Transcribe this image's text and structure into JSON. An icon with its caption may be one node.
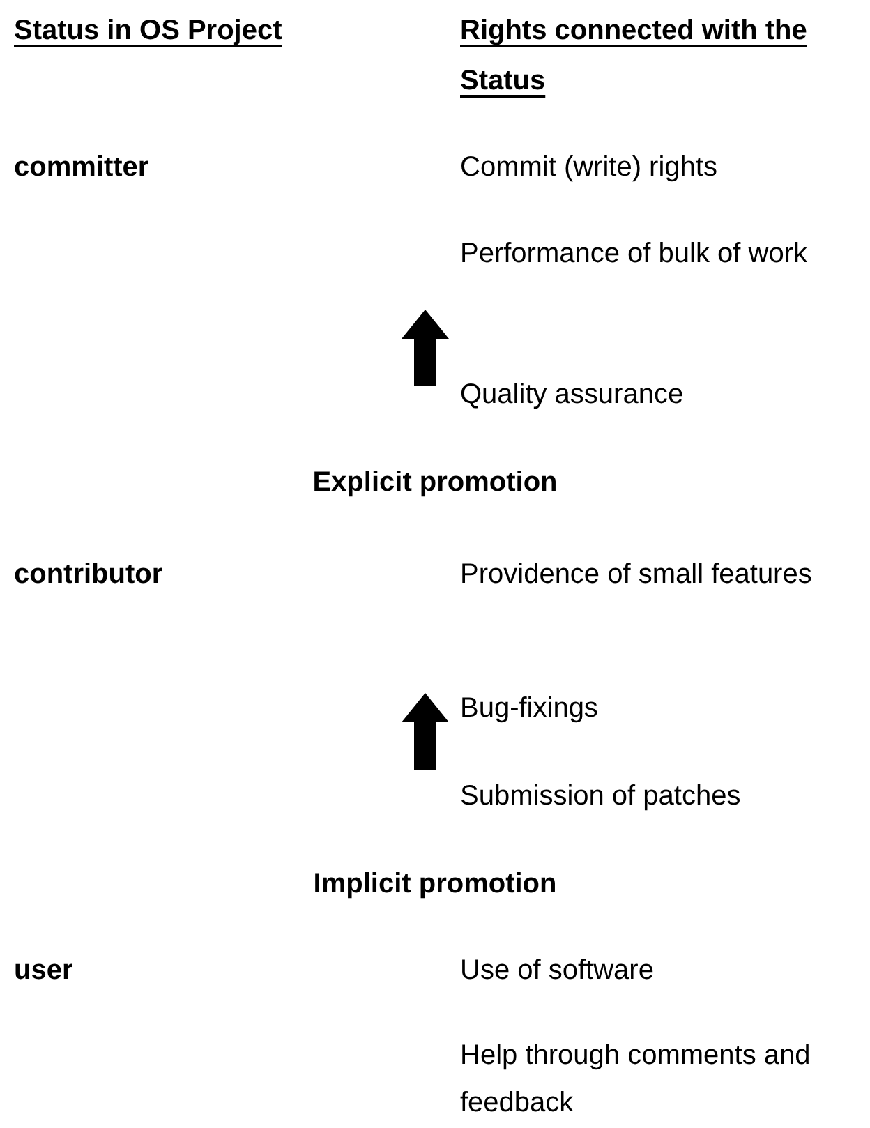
{
  "diagram": {
    "labels": [
      "Status in OS Project",
      "Rights connected with the Status",
      "committer",
      "Commit (write) rights",
      "Performance of bulk of work",
      "Quality assurance",
      "Explicit promotion",
      "contributor",
      "Providence of small features",
      "Bug-fixings",
      "Submission of patches",
      "Implicit promotion",
      "user",
      "Use of software",
      "Help through comments and feedback"
    ]
  }
}
